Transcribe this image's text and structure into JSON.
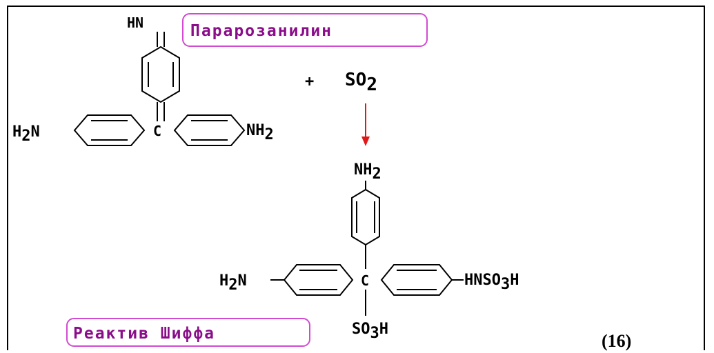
{
  "labels": {
    "reactant_name": "Парарозанилин",
    "product_name": "Реактив Шиффа",
    "plus": "+",
    "equation_number": "(16)"
  },
  "reactant": {
    "top_group": "HN",
    "left_group_main": "H",
    "left_group_sub": "2",
    "left_group_tail": "N",
    "central_atom": "C",
    "right_group_main": "NH",
    "right_group_sub": "2"
  },
  "reagent": {
    "main": "SO",
    "sub": "2"
  },
  "product": {
    "top_group_main": "NH",
    "top_group_sub": "2",
    "left_group_main": "H",
    "left_group_sub": "2",
    "left_group_tail": "N",
    "central_atom": "C",
    "right_group_main": "HNSO",
    "right_group_sub": "3",
    "right_group_tail": "H",
    "bottom_group_main": "SO",
    "bottom_group_sub": "3",
    "bottom_group_tail": "H"
  },
  "colors": {
    "label_text": "#8a0d8a",
    "label_border": "#d24ad2",
    "arrow": "#e01818",
    "ink": "#000000"
  }
}
